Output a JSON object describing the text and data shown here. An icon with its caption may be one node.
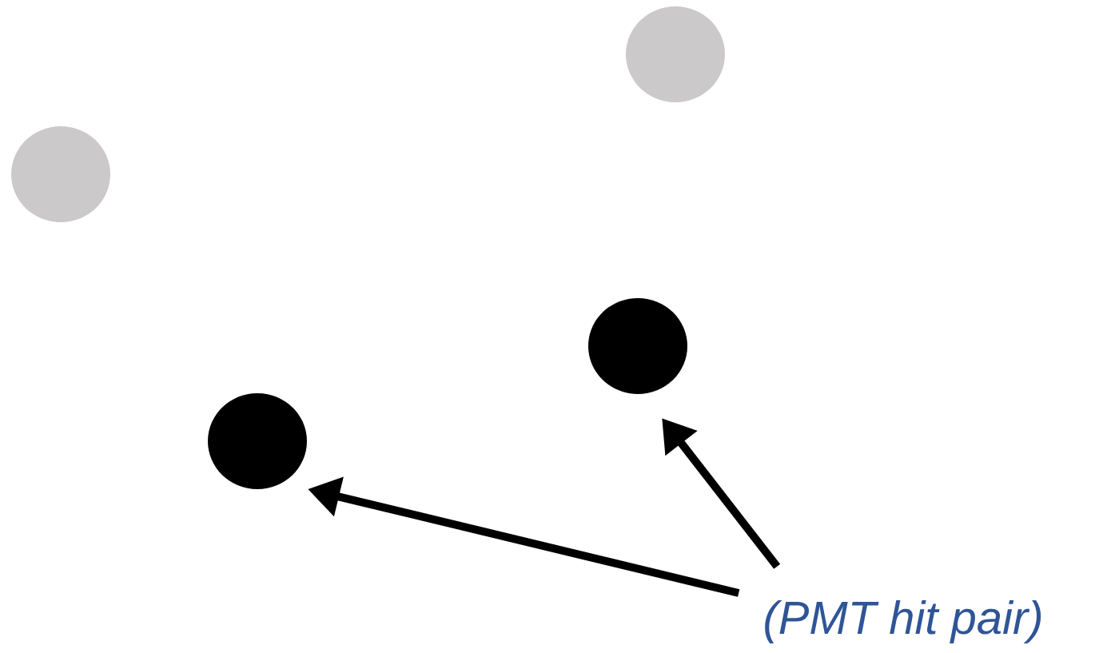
{
  "diagram": {
    "nodes": [
      {
        "text": [],
        "shape": "circle"
      },
      {
        "text": [],
        "shape": "circle"
      },
      {
        "text": [],
        "shape": "circle"
      },
      {
        "text": [],
        "shape": "circle"
      },
      {
        "text": [
          "(PMT hit pair)"
        ]
      }
    ],
    "edges": [
      {
        "from": 4,
        "to": 3,
        "arrow": "to"
      },
      {
        "from": 4,
        "to": 2,
        "arrow": "to"
      }
    ]
  }
}
